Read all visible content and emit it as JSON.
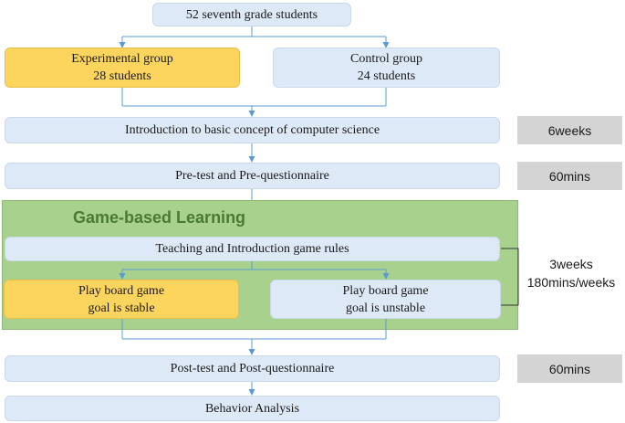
{
  "title_box": {
    "text": "52 seventh grade students"
  },
  "groups": {
    "experimental": {
      "line1": "Experimental group",
      "line2": "28 students"
    },
    "control": {
      "line1": "Control group",
      "line2": "24 students"
    }
  },
  "steps": {
    "intro": "Introduction to basic concept of computer science",
    "pretest": "Pre-test and Pre-questionnaire",
    "game_section_title": "Game-based Learning",
    "teaching": "Teaching and Introduction game rules",
    "play_stable": {
      "line1": "Play board game",
      "line2": "goal is stable"
    },
    "play_unstable": {
      "line1": "Play board game",
      "line2": "goal is unstable"
    },
    "posttest": "Post-test and Post-questionnaire",
    "behavior": "Behavior Analysis"
  },
  "durations": {
    "intro": "6weeks",
    "pretest": "60mins",
    "game_line1": "3weeks",
    "game_line2": "180mins/weeks",
    "posttest": "60mins"
  },
  "colors": {
    "box_blue": "#dde9f6",
    "box_yellow": "#fcd55f",
    "panel_green": "#a9d18e",
    "title_green": "#4a7a32",
    "duration_gray": "#d4d4d4",
    "arrow": "#5b9bd5"
  }
}
